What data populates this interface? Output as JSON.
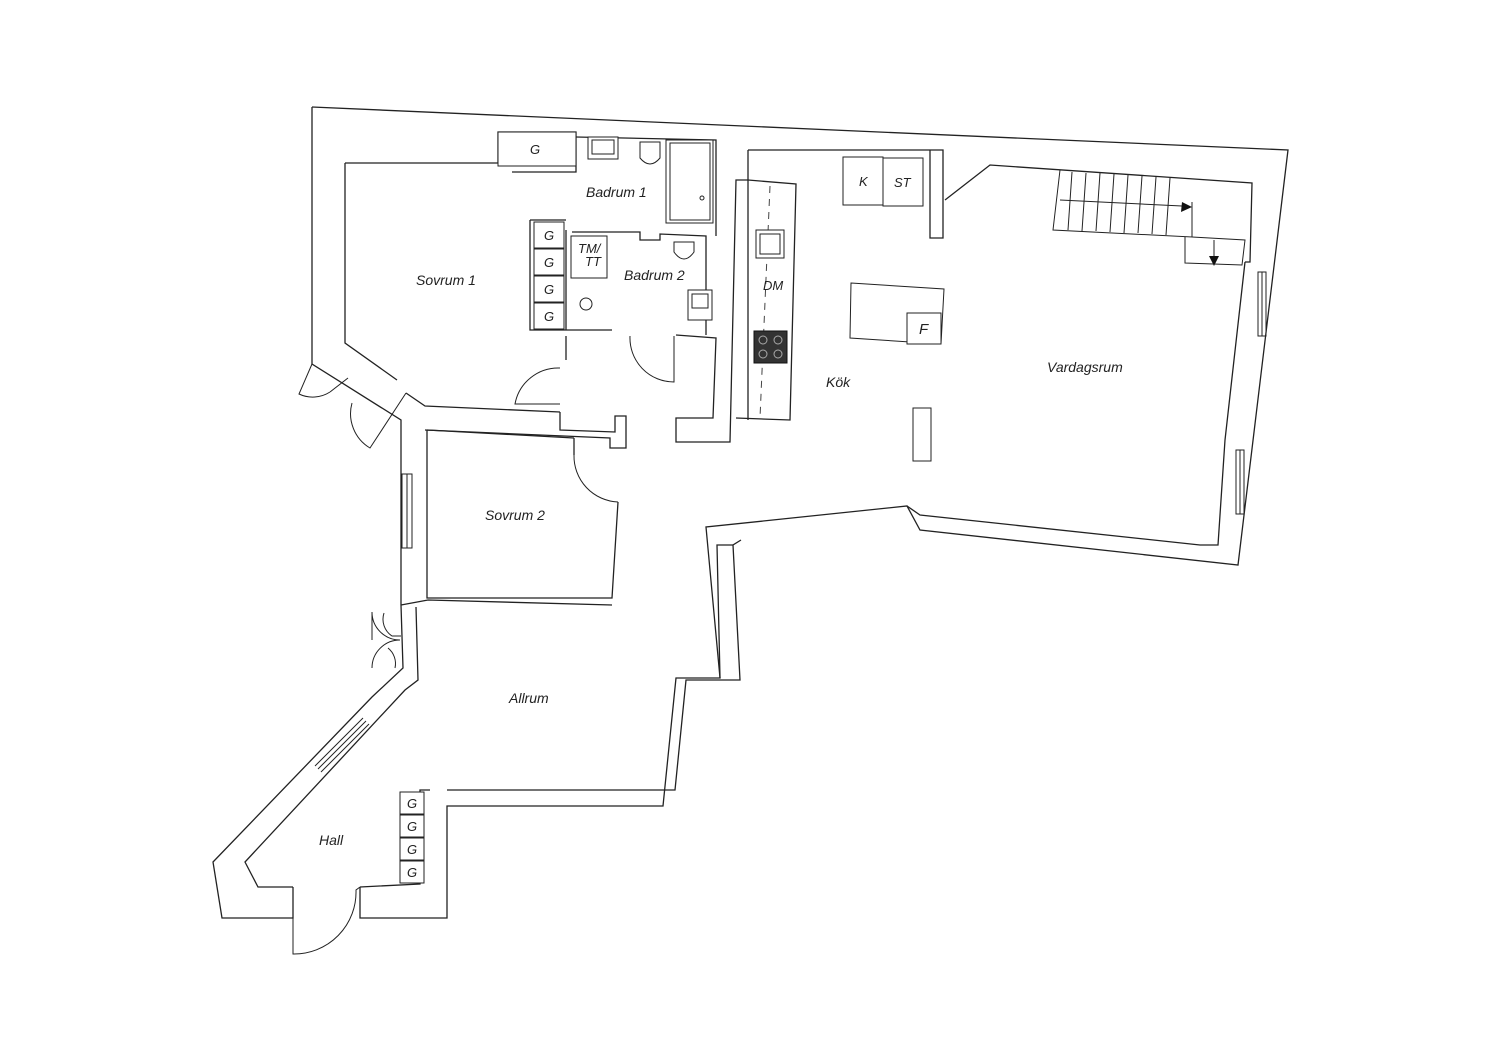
{
  "rooms": {
    "sovrum1": "Sovrum 1",
    "badrum1": "Badrum 1",
    "badrum2": "Badrum 2",
    "sovrum2": "Sovrum 2",
    "allrum": "Allrum",
    "hall": "Hall",
    "kok": "Kök",
    "vardagsrum": "Vardagsrum"
  },
  "fixtures": {
    "wardrobe": "G",
    "tm_line1": "TM/",
    "tm_line2": "TT",
    "dishwasher": "DM",
    "fridge": "K",
    "cabinet": "ST",
    "freezer": "F"
  },
  "colors": {
    "line": "#222222",
    "background": "#ffffff",
    "stove": "#333333"
  }
}
